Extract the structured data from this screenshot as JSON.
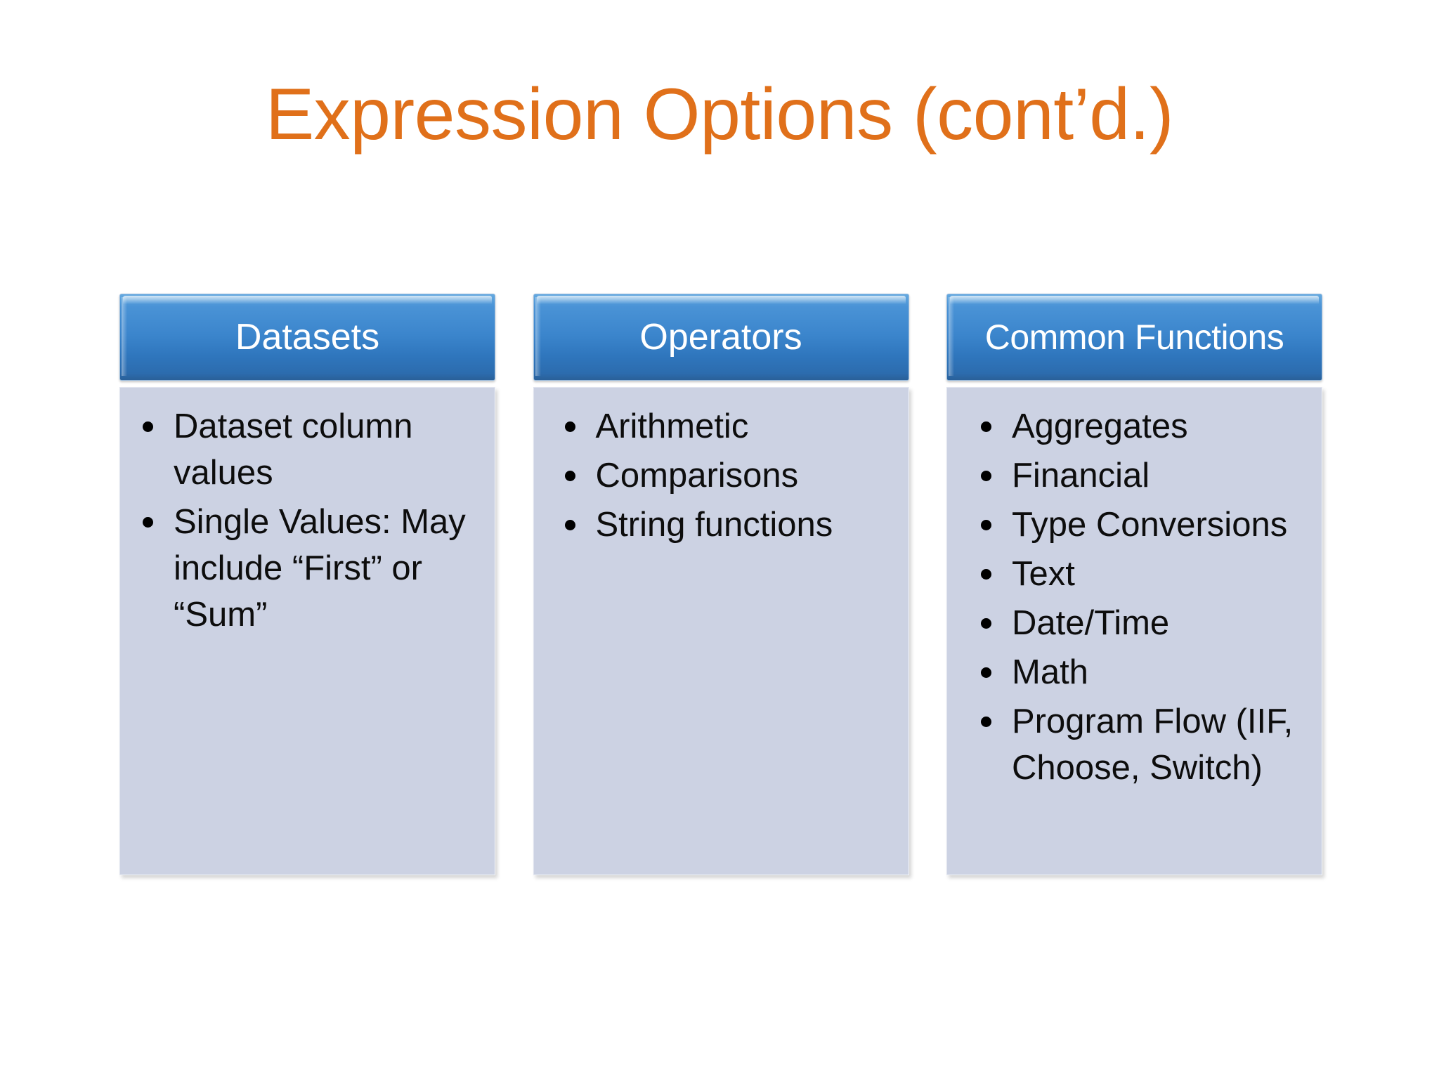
{
  "slide": {
    "title": "Expression Options (cont’d.)",
    "title_color": "#E0701A",
    "background_color": "#FFFFFF"
  },
  "theme": {
    "header_gradient_top": "#64A9E0",
    "header_gradient_bottom": "#2A6099",
    "header_text_color": "#FFFFFF",
    "body_background": "#CCD2E3",
    "body_text_color": "#0D0D0D"
  },
  "cards": [
    {
      "header": "Datasets",
      "items": [
        "Dataset column values",
        "Single Values: May include “First” or “Sum”"
      ]
    },
    {
      "header": "Operators",
      "items": [
        "Arithmetic",
        "Comparisons",
        "String functions"
      ]
    },
    {
      "header": "Common Functions",
      "items": [
        "Aggregates",
        "Financial",
        "Type Conversions",
        "Text",
        "Date/Time",
        "Math",
        "Program Flow (IIF, Choose, Switch)"
      ]
    }
  ]
}
